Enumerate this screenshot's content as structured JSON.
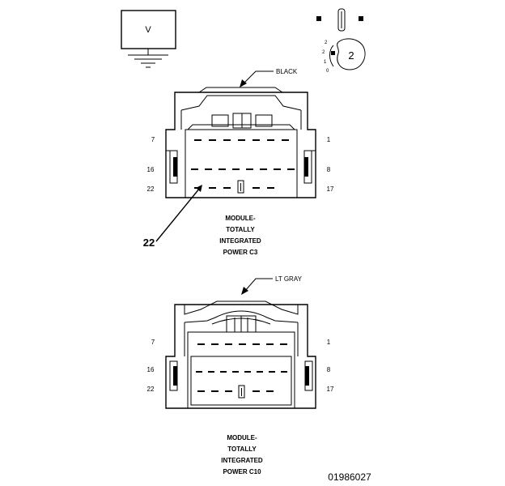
{
  "meter": {
    "label": "V"
  },
  "key_icon": {
    "top_numbers": [
      "2",
      "2",
      "1",
      "0"
    ],
    "center": "2"
  },
  "connector_c3": {
    "color": "BLACK",
    "pins": {
      "top_left": "7",
      "top_right": "1",
      "mid_left": "16",
      "mid_right": "8",
      "bottom_left": "22",
      "bottom_right": "17"
    },
    "callout": "22",
    "caption": [
      "MODULE-",
      "TOTALLY",
      "INTEGRATED",
      "POWER C3"
    ]
  },
  "connector_c10": {
    "color": "LT GRAY",
    "pins": {
      "top_left": "7",
      "top_right": "1",
      "mid_left": "16",
      "mid_right": "8",
      "bottom_left": "22",
      "bottom_right": "17"
    },
    "caption": [
      "MODULE-",
      "TOTALLY",
      "INTEGRATED",
      "POWER C10"
    ]
  },
  "figure_id": "01986027"
}
